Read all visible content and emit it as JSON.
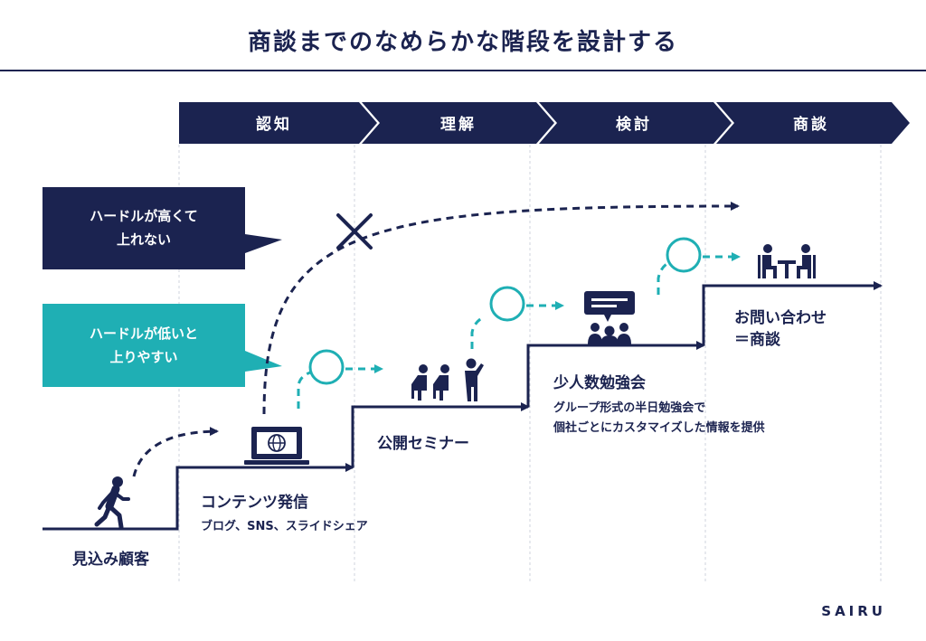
{
  "title": "商談までのなめらかな階段を設計する",
  "stages": [
    {
      "label": "認知"
    },
    {
      "label": "理解"
    },
    {
      "label": "検討"
    },
    {
      "label": "商談"
    }
  ],
  "callouts": {
    "high": {
      "line1": "ハードルが高くて",
      "line2": "上れない"
    },
    "low": {
      "line1": "ハードルが低いと",
      "line2": "上りやすい"
    }
  },
  "steps": {
    "prospect": {
      "title": "見込み顧客"
    },
    "content": {
      "title": "コンテンツ発信",
      "sub": "ブログ、SNS、スライドシェア"
    },
    "seminar": {
      "title": "公開セミナー"
    },
    "study": {
      "title": "少人数勉強会",
      "sub1": "グループ形式の半日勉強会で",
      "sub2": "個社ごとにカスタマイズした情報を提供"
    },
    "inquiry": {
      "title1": "お問い合わせ",
      "title2": "＝商談"
    }
  },
  "brand": "SAIRU",
  "colors": {
    "navy": "#1b2350",
    "teal": "#1fafb4",
    "gray": "#cfd3dd"
  }
}
